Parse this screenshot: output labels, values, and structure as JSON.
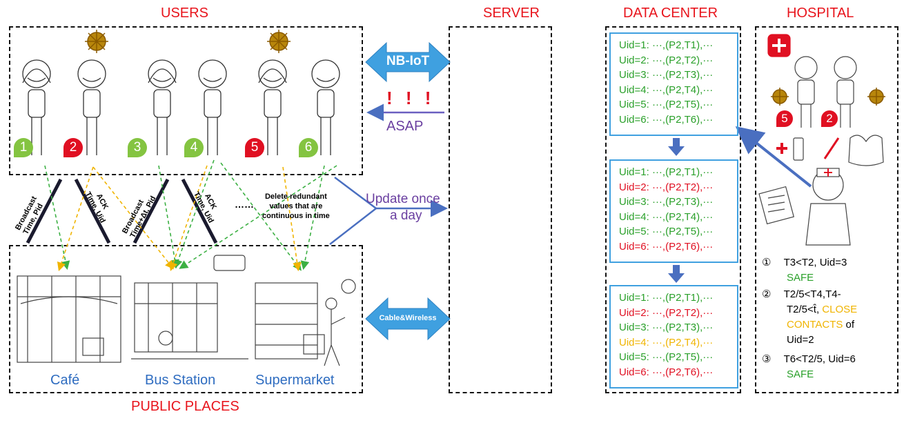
{
  "sections": {
    "users": "USERS",
    "server": "SERVER",
    "data_center": "DATA CENTER",
    "hospital": "HOSPITAL",
    "public_places": "PUBLIC PLACES"
  },
  "users": {
    "ids": [
      "1",
      "2",
      "3",
      "4",
      "5",
      "6"
    ],
    "status": [
      "green",
      "red",
      "green",
      "green",
      "red",
      "green"
    ]
  },
  "links": {
    "nbiot": "NB-IoT",
    "alert": "! ! !",
    "asap": "ASAP",
    "update_line1": "Update once",
    "update_line2": "a day",
    "cable": "Cable&Wireless"
  },
  "annotations": {
    "broadcast1_l1": "Broadcast",
    "broadcast1_l2": "Time, Pid",
    "ack1_l1": "ACK",
    "ack1_l2": "Time, Uid",
    "broadcast2_l1": "Broadcast",
    "broadcast2_l2": "Time+Δt, Pid",
    "ack2_l1": "ACK",
    "ack2_l2": "Time, Uid",
    "dots": "……",
    "delete_l1": "Delete redundant",
    "delete_l2": "values that are",
    "delete_l3": "continuous in time"
  },
  "places": {
    "cafe": "Café",
    "bus_station": "Bus Station",
    "supermarket": "Supermarket"
  },
  "tables": [
    {
      "rows": [
        {
          "text": "Uid=1: ···,(P2,T1),···",
          "color": "#2aa02a"
        },
        {
          "text": "Uid=2: ···,(P2,T2),···",
          "color": "#2aa02a"
        },
        {
          "text": "Uid=3: ···,(P2,T3),···",
          "color": "#2aa02a"
        },
        {
          "text": "Uid=4: ···,(P2,T4),···",
          "color": "#2aa02a"
        },
        {
          "text": "Uid=5: ···,(P2,T5),···",
          "color": "#2aa02a"
        },
        {
          "text": "Uid=6: ···,(P2,T6),···",
          "color": "#2aa02a"
        }
      ]
    },
    {
      "rows": [
        {
          "text": "Uid=1: ···,(P2,T1),···",
          "color": "#2aa02a"
        },
        {
          "text": "Uid=2: ···,(P2,T2),···",
          "color": "#e01022"
        },
        {
          "text": "Uid=3: ···,(P2,T3),···",
          "color": "#2aa02a"
        },
        {
          "text": "Uid=4: ···,(P2,T4),···",
          "color": "#2aa02a"
        },
        {
          "text": "Uid=5: ···,(P2,T5),···",
          "color": "#2aa02a"
        },
        {
          "text": "Uid=6: ···,(P2,T6),···",
          "color": "#e01022"
        }
      ]
    },
    {
      "rows": [
        {
          "text": "Uid=1: ···,(P2,T1),···",
          "color": "#2aa02a"
        },
        {
          "text": "Uid=2: ···,(P2,T2),···",
          "color": "#e01022"
        },
        {
          "text": "Uid=3: ···,(P2,T3),···",
          "color": "#2aa02a"
        },
        {
          "text": "Uid=4: ···,(P2,T4),···",
          "color": "#f0b400"
        },
        {
          "text": "Uid=5: ···,(P2,T5),···",
          "color": "#2aa02a"
        },
        {
          "text": "Uid=6: ···,(P2,T6),···",
          "color": "#e01022"
        }
      ]
    }
  ],
  "hospital": {
    "patient_badges": [
      "5",
      "2"
    ],
    "steps": [
      {
        "num": "①",
        "line1": "T3<T2, Uid=3",
        "result": "SAFE"
      },
      {
        "num": "②",
        "line1": "T2/5<T4,T4-",
        "line2": "T2/5<t̂, ",
        "result1": "CLOSE",
        "result2": "CONTACTS",
        "suffix": " of",
        "line4": "Uid=2"
      },
      {
        "num": "③",
        "line1": "T6<T2/5, Uid=6",
        "result": "SAFE"
      }
    ]
  },
  "colors": {
    "title_red": "#e01022",
    "safe_green": "#2aa02a",
    "close_orange": "#f0b400",
    "place_blue": "#2e6cc0",
    "arrow_blue": "#4a90d9",
    "asap_purple": "#6a3fa0"
  }
}
